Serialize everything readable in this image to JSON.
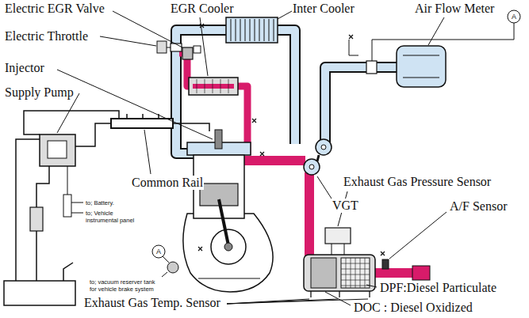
{
  "diagram": {
    "labels": [
      "Electric EGR Valve",
      "EGR Cooler",
      "Inter Cooler",
      "Air Flow Meter",
      "Electric Throttle",
      "Injector",
      "Supply Pump",
      "Common Rail",
      "VGT",
      "Exhaust Gas Pressure Sensor",
      "A/F Sensor",
      "DPF:Diesel Particulate",
      "DOC : Diesel Oxidized",
      "Exhaust Gas Temp. Sensor",
      "to; Battery.",
      "to; Vehicle instrumental panel",
      "to; vacuum reserver tank for vehicle brake system",
      "A",
      "A"
    ]
  }
}
